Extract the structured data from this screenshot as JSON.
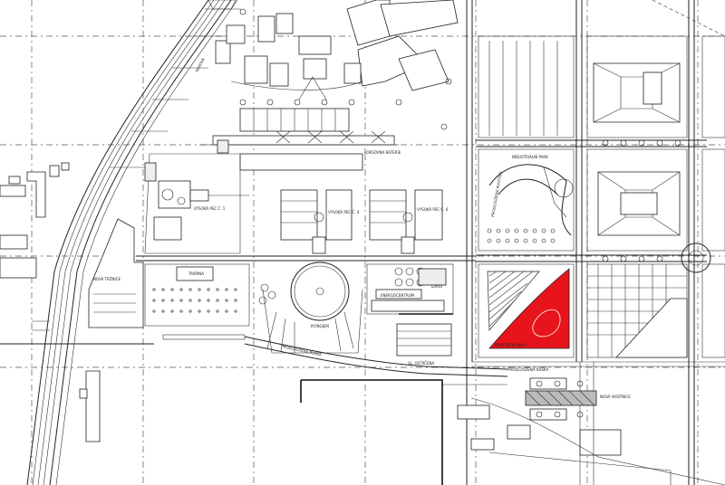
{
  "labels": {
    "koksovna_baterie": "KOKSOVNA BATERIE",
    "vysoka_pec_1": "VYSOKÁ PEC Č. 1",
    "vysoka_pec_4": "VYSOKÁ PEC Č. 4",
    "vysoka_pec_6": "VYSOKÁ PEC Č. 6",
    "industrialni_park": "INDUSTRIÁLNÍ PARK",
    "prodlouzena_rustova": "PRODLOUŽENÁ RUSTOVA",
    "nova_trznice": "NOVÁ TRŽNICE",
    "tavirna": "TAVÍRNA",
    "plynojem": "PLYNOJEM",
    "lurgi": "LURGI",
    "energocentrum": "ENERGOCENTRUM",
    "vl_ostrcena": "VL. OSTRČENA",
    "prodlouzena_ruska": "PRODLOUŽENÁ RUSKÁ",
    "prodlouzena_ruska_2": "PRODLOUŽENÁ RUSKÁ",
    "nova_vrsitnice": "NOVÁ VRŠITNICE",
    "site_label": "KONCERTNÍ HALA",
    "rail_label": "MAKOVÁ"
  },
  "colors": {
    "highlight": "#e8141c",
    "line": "#222222",
    "grid": "#555555"
  }
}
